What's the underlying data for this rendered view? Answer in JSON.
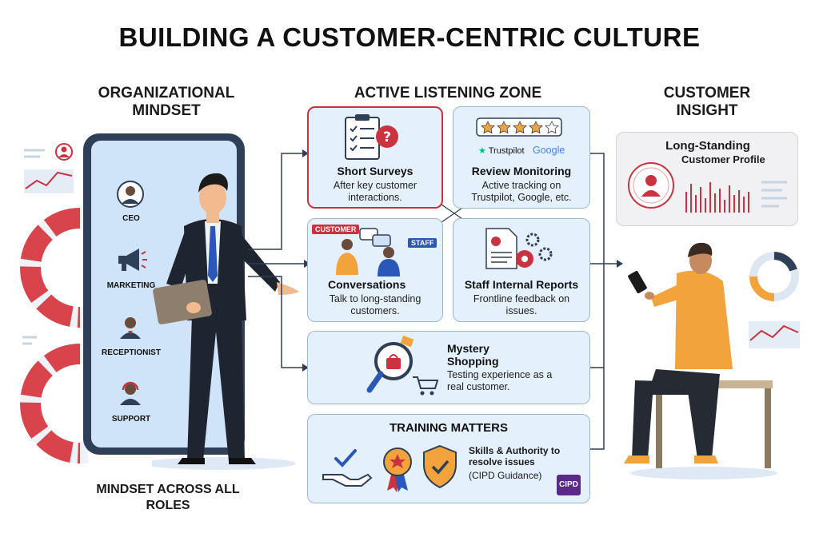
{
  "title": "BUILDING A CUSTOMER-CENTRIC CULTURE",
  "columns": {
    "left": "ORGANIZATIONAL MINDSET",
    "middle": "ACTIVE LISTENING ZONE",
    "right": "CUSTOMER INSIGHT"
  },
  "roles": [
    "CEO",
    "MARKETING",
    "RECEPTIONIST",
    "SUPPORT"
  ],
  "left_footer": "MINDSET ACROSS ALL ROLES",
  "cards": {
    "surveys": {
      "title": "Short Surveys",
      "desc": "After key customer interactions."
    },
    "reviews": {
      "title": "Review Monitoring",
      "desc": "Active tracking on Trustpilot, Google, etc.",
      "logo1": "Trustpilot",
      "logo2": "Google"
    },
    "conversations": {
      "title": "Conversations",
      "desc": "Talk to long-standing customers.",
      "tag_customer": "CUSTOMER",
      "tag_staff": "STAFF"
    },
    "staff_reports": {
      "title": "Staff Internal Reports",
      "desc": "Frontline feedback on issues."
    },
    "mystery": {
      "title": "Mystery Shopping",
      "desc": "Testing experience as a real customer."
    },
    "training": {
      "title": "TRAINING MATTERS",
      "desc_bold": "Skills & Authority to resolve issues",
      "desc": "(CIPD Guidance)",
      "badge": "CIPD"
    }
  },
  "profile": {
    "line1": "Long-Standing",
    "line2": "Customer Profile"
  },
  "colors": {
    "navy": "#2f3f57",
    "card_bg": "#e4f0fb",
    "card_border": "#9bb8d6",
    "red": "#c8333f",
    "orange": "#f3a33b",
    "purple": "#5b2a86"
  },
  "icons": [
    "clipboard-icon",
    "question-icon",
    "star-icon",
    "chat-icon",
    "document-icon",
    "gear-icon",
    "magnifier-icon",
    "shopping-bag-icon",
    "cart-icon",
    "handshake-check-icon",
    "award-ribbon-icon",
    "shield-check-icon",
    "person-icon",
    "phone-icon",
    "megaphone-icon",
    "headset-icon",
    "donut-chart-icon",
    "line-chart-icon"
  ]
}
